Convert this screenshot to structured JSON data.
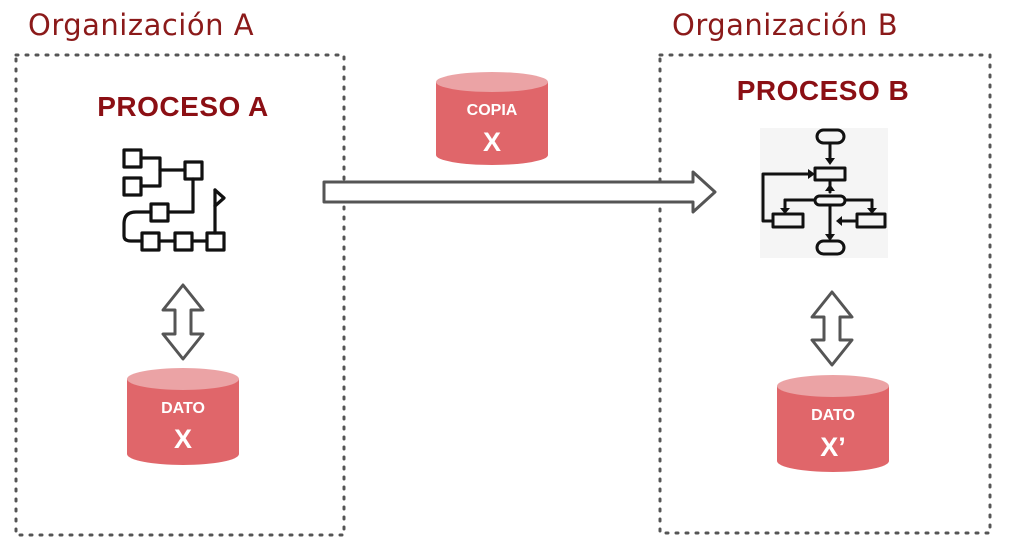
{
  "org_a": {
    "label": "Organización A",
    "process_title": "PROCESO A",
    "data_label": "DATO",
    "data_value": "X"
  },
  "org_b": {
    "label": "Organización B",
    "process_title": "PROCESO B",
    "data_label": "DATO",
    "data_value": "X’"
  },
  "transfer": {
    "label": "COPIA",
    "value": "X"
  },
  "colors": {
    "title": "#8b0f14",
    "org_label": "#8b1a1a",
    "cylinder": "#e0666a",
    "cylinder_top": "#eba3a5",
    "frame": "#555555"
  },
  "icons": [
    "process-flow-a-icon",
    "flowchart-b-icon",
    "bidirectional-arrow-icon",
    "transfer-arrow-icon",
    "database-cylinder-icon"
  ]
}
